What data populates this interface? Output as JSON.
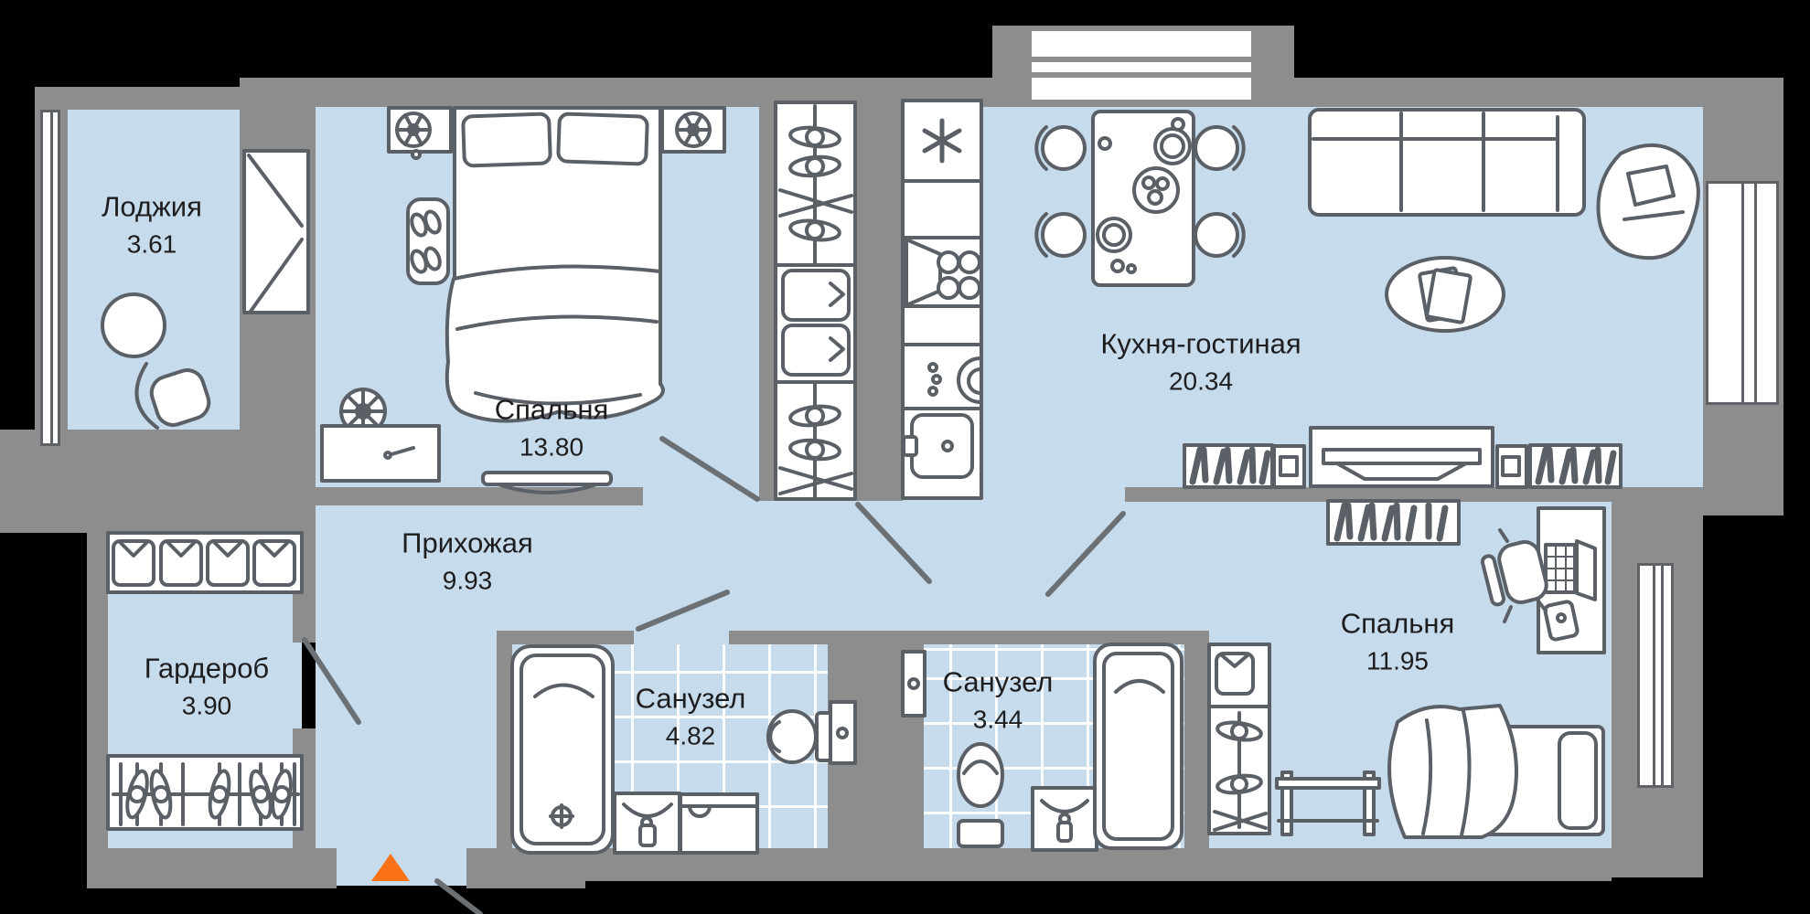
{
  "plan": {
    "rooms": [
      {
        "name": "Лоджия",
        "area": "3.61"
      },
      {
        "name": "Спальня",
        "area": "13.80"
      },
      {
        "name": "Кухня-гостиная",
        "area": "20.34"
      },
      {
        "name": "Прихожая",
        "area": "9.93"
      },
      {
        "name": "Гардероб",
        "area": "3.90"
      },
      {
        "name": "Санузел",
        "area": "4.82"
      },
      {
        "name": "Санузел",
        "area": "3.44"
      },
      {
        "name": "Спальня",
        "area": "11.95"
      }
    ],
    "colors": {
      "background": "#000000",
      "wall": "#8d8d8d",
      "floor": "#c6dcec",
      "furniture_line": "#5a6066",
      "entrance_marker": "#f97316",
      "label_text": "#1d1d1f"
    },
    "entrance_marker": "orange-triangle"
  }
}
